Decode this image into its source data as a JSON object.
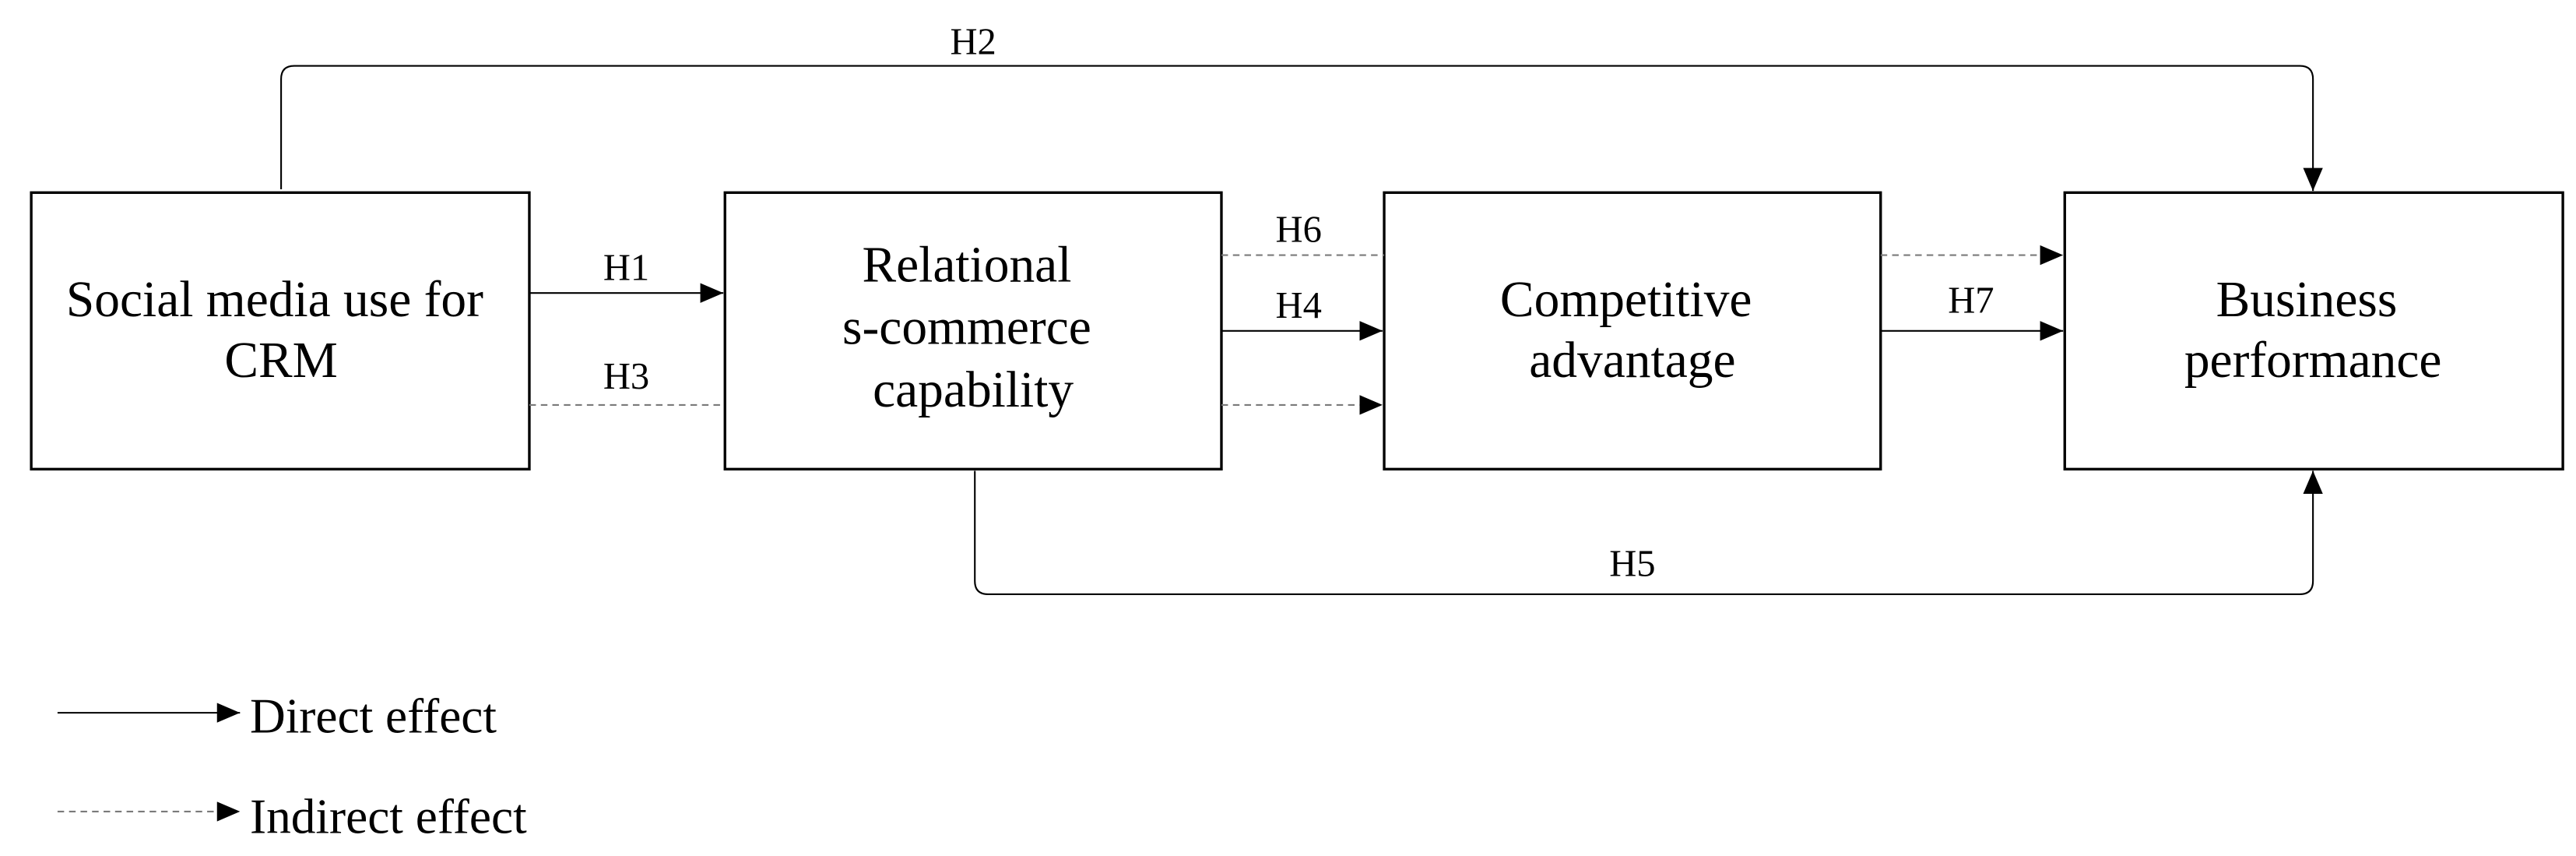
{
  "boxes": {
    "social_media": {
      "lines": [
        "Social media use for",
        "CRM"
      ]
    },
    "relational": {
      "lines": [
        "Relational",
        "s-commerce",
        "capability"
      ]
    },
    "competitive": {
      "lines": [
        "Competitive",
        "advantage"
      ]
    },
    "business": {
      "lines": [
        "Business",
        "performance"
      ]
    }
  },
  "paths": {
    "h1": {
      "label": "H1",
      "effect": "direct"
    },
    "h2": {
      "label": "H2",
      "effect": "direct"
    },
    "h3": {
      "label": "H3",
      "effect": "indirect"
    },
    "h4": {
      "label": "H4",
      "effect": "direct"
    },
    "h5": {
      "label": "H5",
      "effect": "direct"
    },
    "h6": {
      "label": "H6",
      "effect": "indirect"
    },
    "h7": {
      "label": "H7",
      "effect": "direct"
    }
  },
  "legend": {
    "direct": "Direct effect",
    "indirect": "Indirect effect"
  },
  "colors": {
    "line_direct": "#000000",
    "line_indirect": "#7a7a7a",
    "box_border": "#000000",
    "text": "#000000",
    "background": "#ffffff"
  }
}
